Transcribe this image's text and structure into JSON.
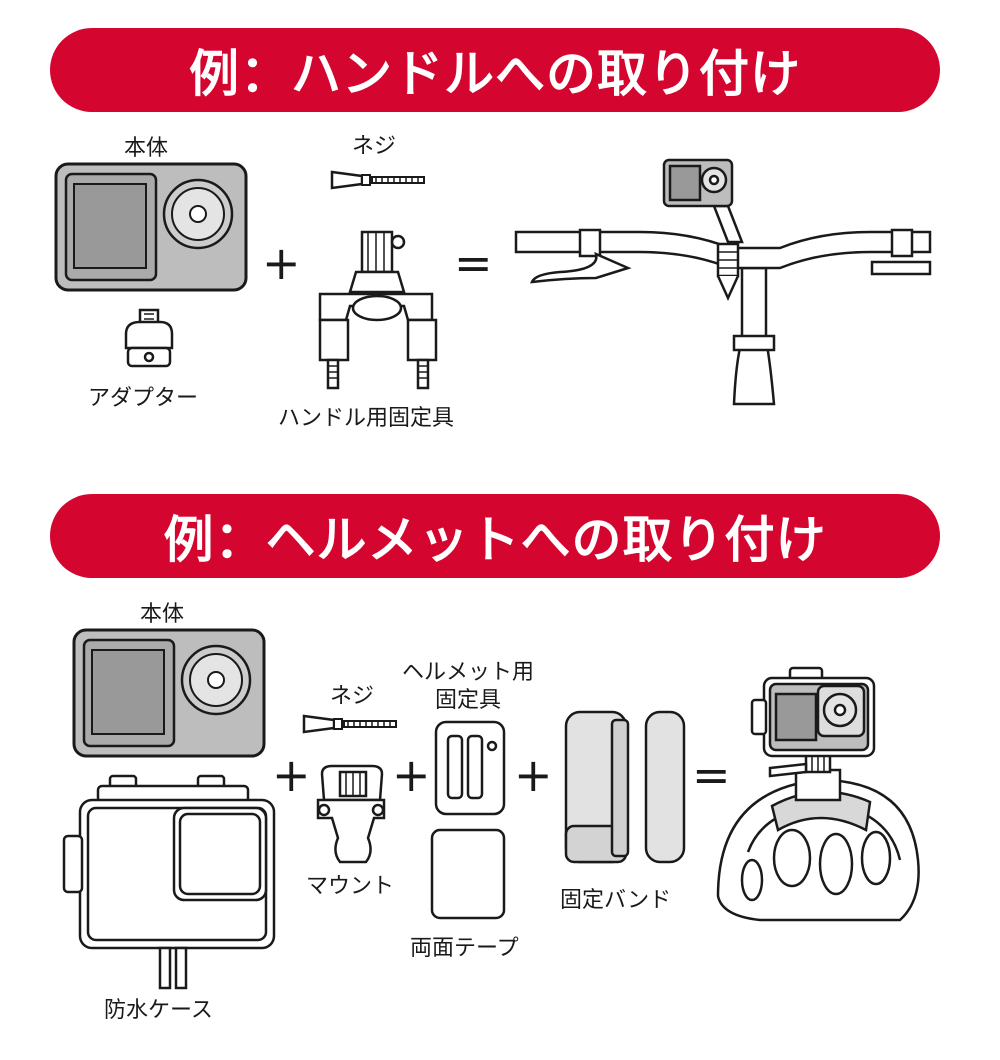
{
  "section1": {
    "title": "例：ハンドルへの取り付け",
    "labels": {
      "body": "本体",
      "screw": "ネジ",
      "adapter": "アダプター",
      "handle_mount": "ハンドル用固定具"
    }
  },
  "section2": {
    "title": "例：ヘルメットへの取り付け",
    "labels": {
      "body": "本体",
      "screw": "ネジ",
      "helmet_mount_line1": "ヘルメット用",
      "helmet_mount_line2": "固定具",
      "mount": "マウント",
      "tape": "両面テープ",
      "band": "固定バンド",
      "case": "防水ケース"
    }
  },
  "operators": {
    "plus": "+",
    "equals": "="
  },
  "colors": {
    "banner": "#d4062f",
    "body_fill": "#bdbdbd",
    "line": "#1a1a1a"
  }
}
